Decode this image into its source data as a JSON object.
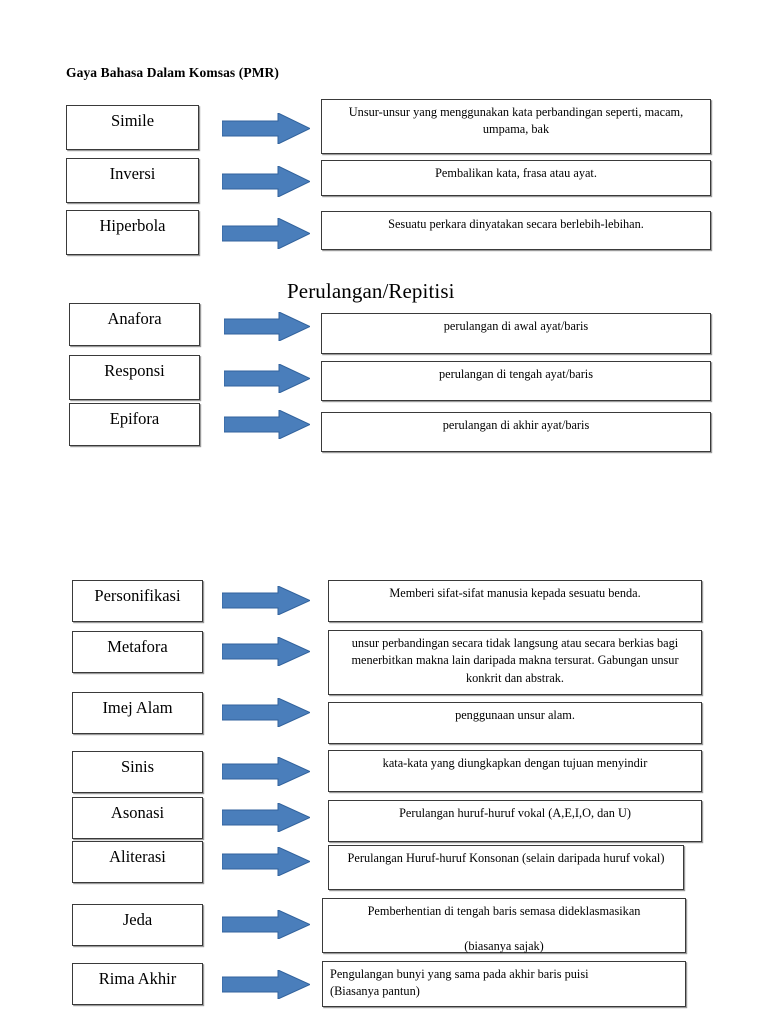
{
  "document": {
    "title": "Gaya Bahasa Dalam Komsas (PMR)",
    "arrow_color": "#4A7EBB",
    "arrow_edge_color": "#31629C",
    "box_border_color": "#3A3A3A",
    "text_color": "#000000",
    "background_color": "#FFFFFF"
  },
  "sections": [
    {
      "id": "section-1",
      "heading": "",
      "rows": [
        {
          "term": "Simile",
          "definition": "Unsur-unsur yang menggunakan kata perbandingan seperti, macam, umpama, bak",
          "align": "center"
        },
        {
          "term": "Inversi",
          "definition": "Pembalikan kata, frasa atau ayat.",
          "align": "center"
        },
        {
          "term": "Hiperbola",
          "definition": "Sesuatu perkara dinyatakan secara berlebih-lebihan.",
          "align": "center"
        }
      ]
    },
    {
      "id": "section-2",
      "heading": "Perulangan/Repitisi",
      "rows": [
        {
          "term": "Anafora",
          "definition": "perulangan di awal ayat/baris",
          "align": "center"
        },
        {
          "term": "Responsi",
          "definition": "perulangan di tengah ayat/baris",
          "align": "center"
        },
        {
          "term": "Epifora",
          "definition": "perulangan di akhir ayat/baris",
          "align": "center"
        }
      ]
    },
    {
      "id": "section-3",
      "heading": "",
      "rows": [
        {
          "term": "Personifikasi",
          "definition": "Memberi sifat-sifat manusia kepada sesuatu benda.",
          "align": "center"
        },
        {
          "term": "Metafora",
          "definition": "unsur perbandingan secara tidak langsung atau secara berkias bagi menerbitkan makna lain daripada makna tersurat. Gabungan unsur konkrit dan abstrak.",
          "align": "center"
        },
        {
          "term": "Imej Alam",
          "definition": "penggunaan unsur alam.",
          "align": "center"
        },
        {
          "term": "Sinis",
          "definition": "kata-kata yang diungkapkan dengan tujuan menyindir",
          "align": "center"
        },
        {
          "term": "Asonasi",
          "definition": "Perulangan huruf-huruf  vokal (A,E,I,O, dan U)",
          "align": "center"
        },
        {
          "term": "Aliterasi",
          "definition": "Perulangan Huruf-huruf Konsonan (selain daripada huruf vokal)",
          "align": "center"
        },
        {
          "term": "Jeda",
          "definition": "Pemberhentian di tengah baris semasa dideklasmasikan\n\n(biasanya sajak)",
          "align": "center"
        },
        {
          "term": "Rima Akhir",
          "definition": "Pengulangan bunyi yang sama pada akhir baris puisi\n(Biasanya pantun)",
          "align": "left"
        }
      ]
    }
  ]
}
